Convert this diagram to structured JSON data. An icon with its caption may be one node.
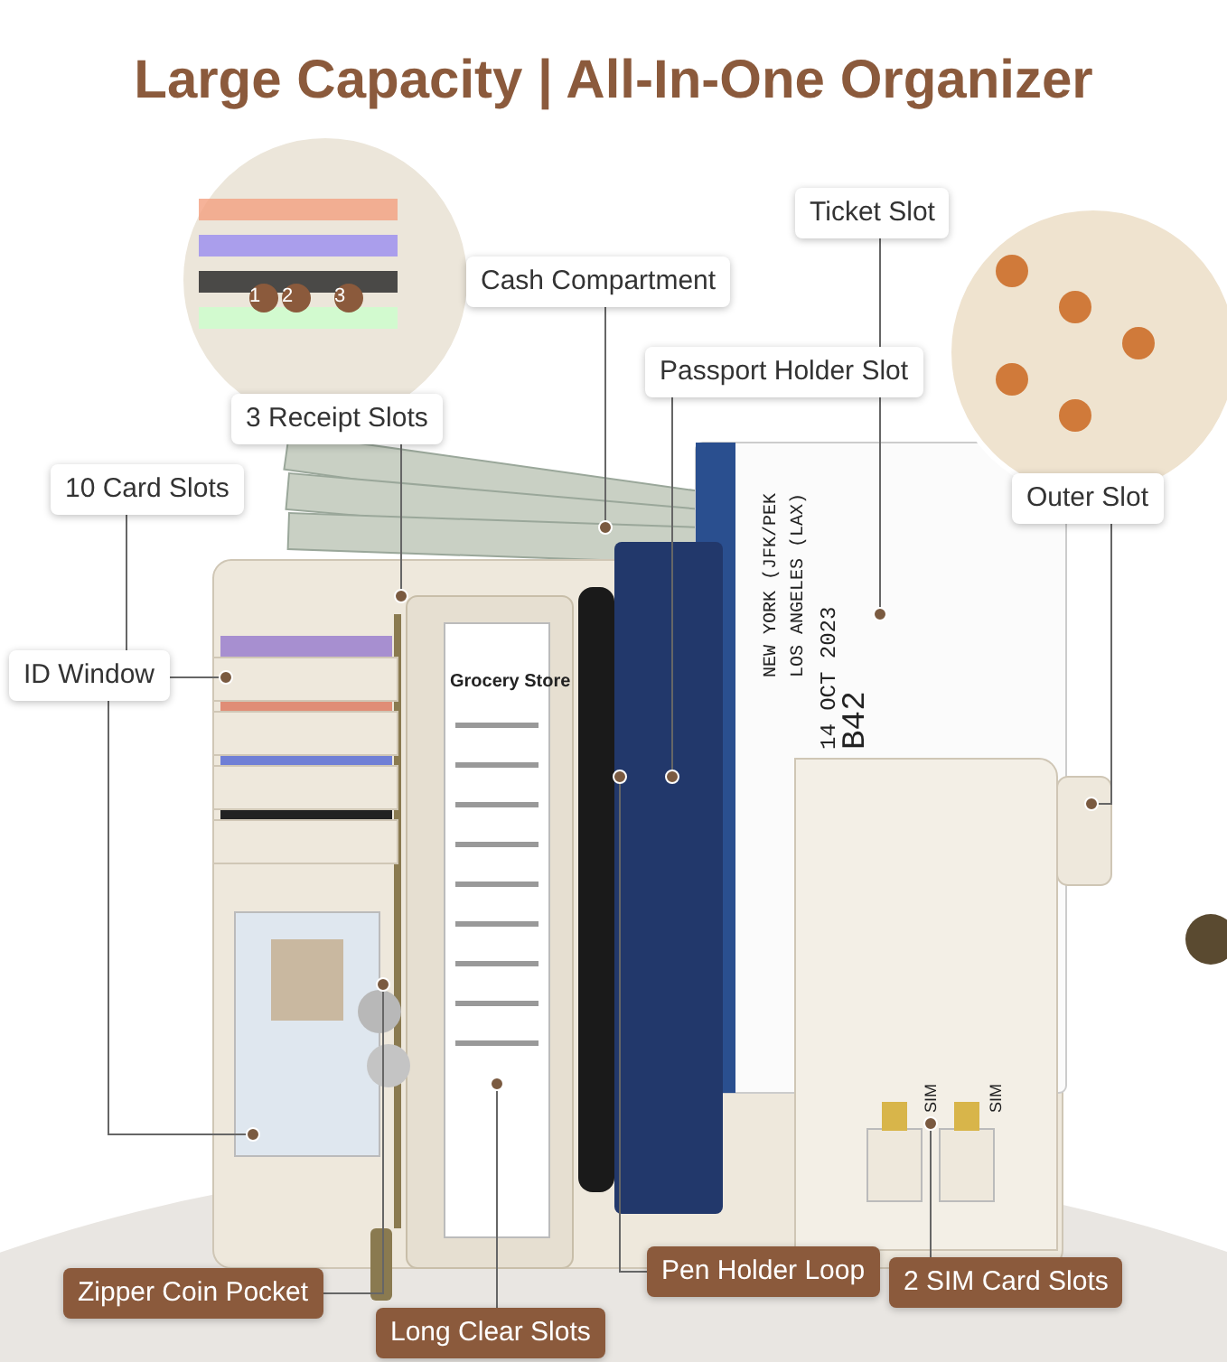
{
  "diagram": {
    "title": "Large Capacity | All-In-One Organizer",
    "nodes": [
      {
        "text": [
          "Ticket Slot"
        ]
      },
      {
        "text": [
          "Cash Compartment"
        ]
      },
      {
        "text": [
          "Passport Holder Slot"
        ]
      },
      {
        "text": [
          "3 Receipt Slots"
        ]
      },
      {
        "text": [
          "10 Card Slots"
        ]
      },
      {
        "text": [
          "Outer Slot"
        ]
      },
      {
        "text": [
          "ID Window"
        ]
      },
      {
        "text": [
          "Zipper Coin Pocket"
        ]
      },
      {
        "text": [
          "Pen Holder Loop"
        ]
      },
      {
        "text": [
          "2 SIM Card Slots"
        ]
      },
      {
        "text": [
          "Long Clear Slots"
        ]
      },
      {
        "text": [],
        "shape": "circle"
      },
      {
        "text": [],
        "shape": "circle"
      },
      {
        "text": [],
        "shape": "circle"
      },
      {
        "text": [],
        "shape": "circle"
      },
      {
        "text": [],
        "shape": "circle"
      },
      {
        "text": [],
        "shape": "circle"
      },
      {
        "text": [],
        "shape": "circle"
      },
      {
        "text": [],
        "shape": "circle"
      },
      {
        "text": [],
        "shape": "circle"
      },
      {
        "text": [],
        "shape": "circle"
      },
      {
        "text": [],
        "shape": "circle"
      }
    ],
    "edges": [
      {
        "from": 0,
        "to": 11,
        "arrow": "none"
      },
      {
        "from": 1,
        "to": 12,
        "arrow": "none"
      },
      {
        "from": 2,
        "to": 13,
        "arrow": "none"
      },
      {
        "from": 3,
        "to": 14,
        "arrow": "none"
      },
      {
        "from": 4,
        "to": 15,
        "arrow": "none"
      },
      {
        "from": 5,
        "to": 16,
        "arrow": "none"
      },
      {
        "from": 6,
        "to": 17,
        "arrow": "none"
      },
      {
        "from": 7,
        "to": 18,
        "arrow": "none"
      },
      {
        "from": 8,
        "to": 19,
        "arrow": "none"
      },
      {
        "from": 9,
        "to": 20,
        "arrow": "none"
      },
      {
        "from": 10,
        "to": 21,
        "arrow": "none"
      }
    ],
    "labels": [
      "1",
      "2",
      "3",
      "Grocery Store",
      "NEW YORK (JFK/PEK",
      "LOS ANGELES (LAX)",
      "14 OCT 2023",
      "B42",
      "SIM",
      "SIM"
    ]
  }
}
